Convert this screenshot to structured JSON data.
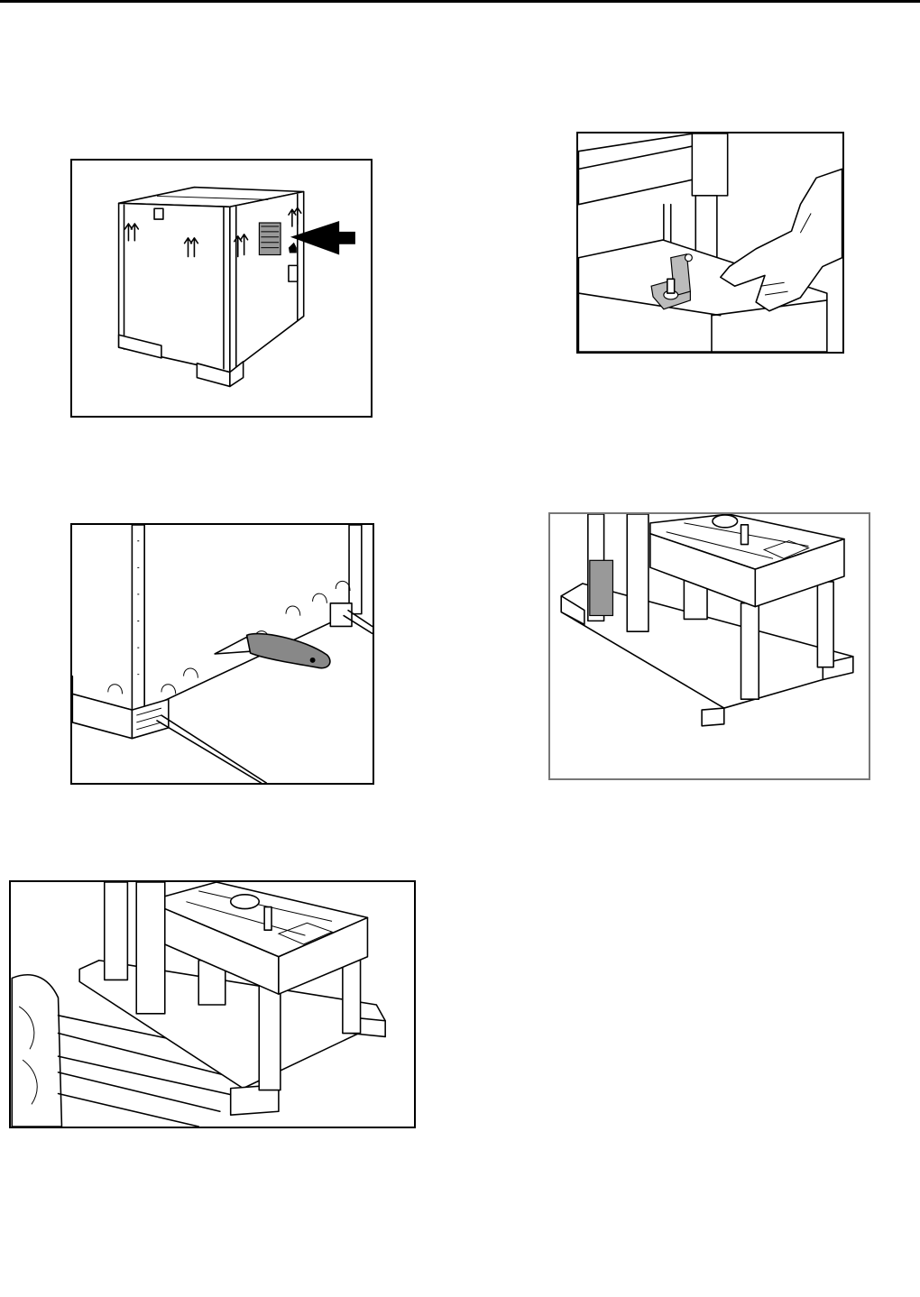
{
  "page": {
    "figures": [
      {
        "id": "fig1",
        "depicts": "shipping-crate"
      },
      {
        "id": "fig2",
        "depicts": "transport-bracket"
      },
      {
        "id": "fig3",
        "depicts": "cutting-straps"
      },
      {
        "id": "fig4",
        "depicts": "machine-on-pallet"
      },
      {
        "id": "fig5",
        "depicts": "pallet-truck-lifting"
      }
    ]
  }
}
